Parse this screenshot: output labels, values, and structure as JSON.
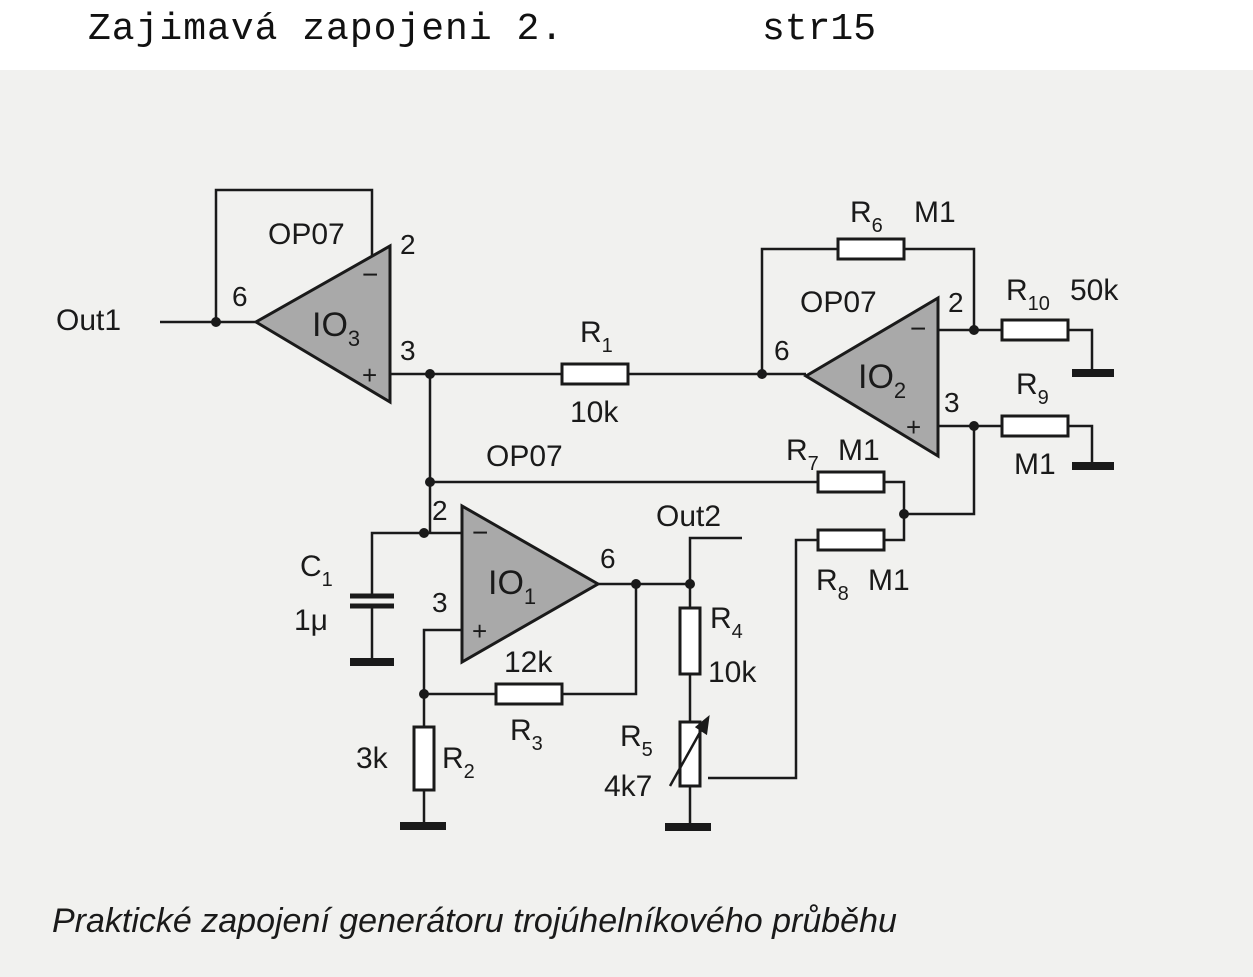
{
  "header": {
    "title": "Zajimavá zapojeni 2.",
    "page": "str15"
  },
  "caption": "Praktické zapojení generátoru trojúhelníkového průběhu",
  "opamps": {
    "io3": {
      "label": "IO",
      "sub": "3",
      "type": "OP07",
      "pin_inv": "2",
      "pin_noninv": "3",
      "pin_out": "6"
    },
    "io2": {
      "label": "IO",
      "sub": "2",
      "type": "OP07",
      "pin_inv": "2",
      "pin_noninv": "3",
      "pin_out": "6"
    },
    "io1": {
      "label": "IO",
      "sub": "1",
      "type": "OP07",
      "pin_inv": "2",
      "pin_noninv": "3",
      "pin_out": "6"
    }
  },
  "resistors": {
    "r1": {
      "name": "R",
      "sub": "1",
      "value": "10k"
    },
    "r2": {
      "name": "R",
      "sub": "2",
      "value": "3k"
    },
    "r3": {
      "name": "R",
      "sub": "3",
      "value": "12k"
    },
    "r4": {
      "name": "R",
      "sub": "4",
      "value": "10k"
    },
    "r5": {
      "name": "R",
      "sub": "5",
      "value": "4k7"
    },
    "r6": {
      "name": "R",
      "sub": "6",
      "value": "M1"
    },
    "r7": {
      "name": "R",
      "sub": "7",
      "value": "M1"
    },
    "r8": {
      "name": "R",
      "sub": "8",
      "value": "M1"
    },
    "r9": {
      "name": "R",
      "sub": "9",
      "value": "M1"
    },
    "r10": {
      "name": "R",
      "sub": "10",
      "value": "50k"
    }
  },
  "capacitor": {
    "name": "C",
    "sub": "1",
    "value": "1μ"
  },
  "outputs": {
    "out1": "Out1",
    "out2": "Out2"
  },
  "signs": {
    "minus": "−",
    "plus": "+"
  },
  "colors": {
    "ink": "#1a1a1a",
    "opamp_fill": "#a9a9a9",
    "paper": "#f1f1ef"
  }
}
